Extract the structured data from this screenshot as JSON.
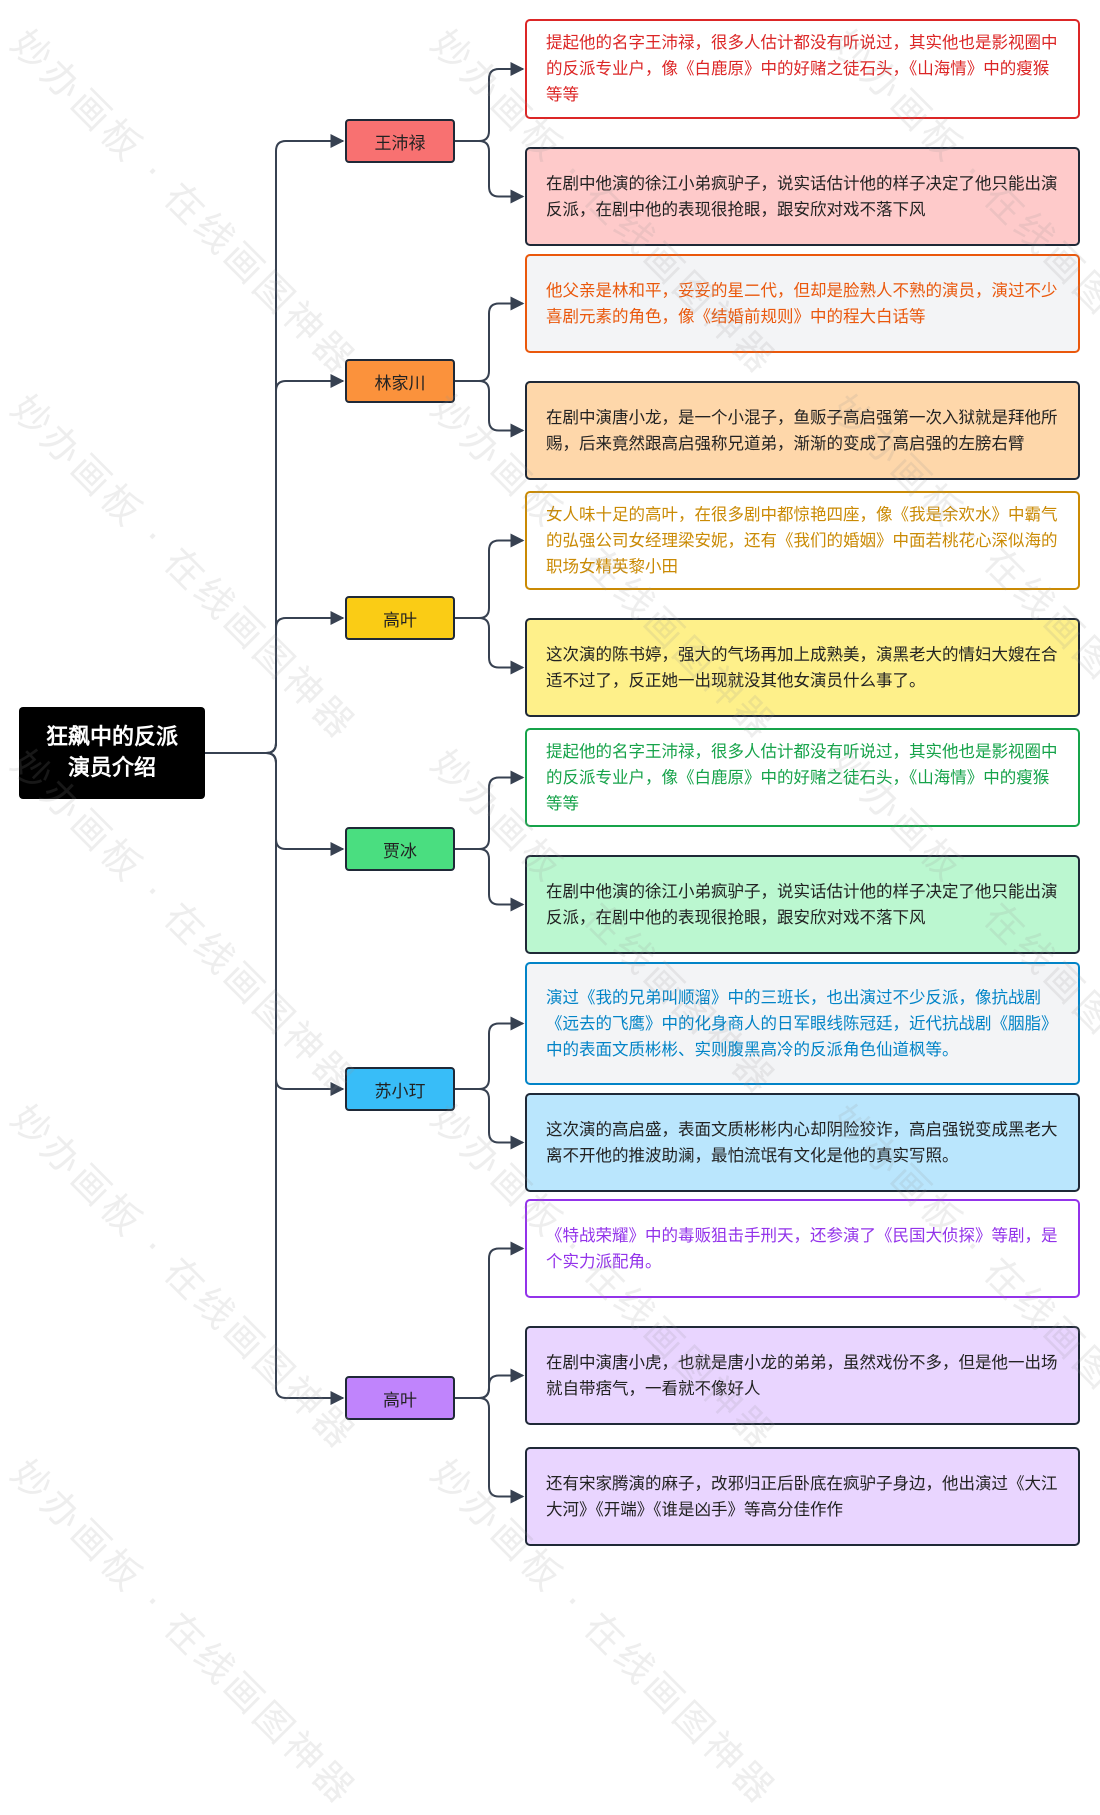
{
  "root": {
    "title": "狂飙中的反派演员介绍"
  },
  "actors": [
    {
      "name": "王沛禄",
      "color": "#f87171",
      "notes": [
        {
          "text": "提起他的名字王沛禄，很多人估计都没有听说过，其实他也是影视圈中的反派专业户，像《白鹿原》中的好赌之徒石头，《山海情》中的瘦猴等等",
          "style": "outline",
          "accent": "#dc2626",
          "bg": "#ffffff"
        },
        {
          "text": "在剧中他演的徐江小弟疯驴子，说实话估计他的样子决定了他只能出演反派，在剧中他的表现很抢眼，跟安欣对戏不落下风",
          "style": "filled",
          "accent": "#1f2937",
          "bg": "#fecaca"
        }
      ]
    },
    {
      "name": "林家川",
      "color": "#fb923c",
      "notes": [
        {
          "text": "他父亲是林和平，妥妥的星二代，但却是脸熟人不熟的演员，演过不少喜剧元素的角色，像《结婚前规则》中的程大白话等",
          "style": "outline",
          "accent": "#ea580c",
          "bg": "#f3f4f6"
        },
        {
          "text": "在剧中演唐小龙，是一个小混子，鱼贩子高启强第一次入狱就是拜他所赐，后来竟然跟高启强称兄道弟，渐渐的变成了高启强的左膀右臂",
          "style": "filled",
          "accent": "#1f2937",
          "bg": "#fed7aa"
        }
      ]
    },
    {
      "name": "高叶",
      "color": "#facc15",
      "notes": [
        {
          "text": "女人味十足的高叶，在很多剧中都惊艳四座，像《我是余欢水》中霸气的弘强公司女经理梁安妮，还有《我们的婚姻》中面若桃花心深似海的职场女精英黎小田",
          "style": "outline",
          "accent": "#ca8a04",
          "bg": "#ffffff"
        },
        {
          "text": "这次演的陈书婷，强大的气场再加上成熟美，演黑老大的情妇大嫂在合适不过了，反正她一出现就没其他女演员什么事了。",
          "style": "filled",
          "accent": "#1f2937",
          "bg": "#fef08a"
        }
      ]
    },
    {
      "name": "贾冰",
      "color": "#4ade80",
      "notes": [
        {
          "text": "提起他的名字王沛禄，很多人估计都没有听说过，其实他也是影视圈中的反派专业户，像《白鹿原》中的好赌之徒石头，《山海情》中的瘦猴等等",
          "style": "outline",
          "accent": "#16a34a",
          "bg": "#ffffff"
        },
        {
          "text": "在剧中他演的徐江小弟疯驴子，说实话估计他的样子决定了他只能出演反派，在剧中他的表现很抢眼，跟安欣对戏不落下风",
          "style": "filled",
          "accent": "#1f2937",
          "bg": "#bbf7d0"
        }
      ]
    },
    {
      "name": "苏小玎",
      "color": "#38bdf8",
      "notes": [
        {
          "text": "演过《我的兄弟叫顺溜》中的三班长，也出演过不少反派，像抗战剧《远去的飞鹰》中的化身商人的日军眼线陈冠廷，近代抗战剧《胭脂》中的表面文质彬彬、实则腹黑高冷的反派角色仙道枫等。",
          "style": "outline",
          "accent": "#0284c7",
          "bg": "#f3f4f6"
        },
        {
          "text": "这次演的高启盛，表面文质彬彬内心却阴险狡诈，高启强锐变成黑老大离不开他的推波助澜，最怕流氓有文化是他的真实写照。",
          "style": "filled",
          "accent": "#1f2937",
          "bg": "#bae6fd"
        }
      ]
    },
    {
      "name": "高叶",
      "color": "#c084fc",
      "notes": [
        {
          "text": "《特战荣耀》中的毒贩狙击手刑天，还参演了《民国大侦探》等剧，是个实力派配角。",
          "style": "outline",
          "accent": "#9333ea",
          "bg": "#ffffff"
        },
        {
          "text": "在剧中演唐小虎，也就是唐小龙的弟弟，虽然戏份不多，但是他一出场就自带痞气，一看就不像好人",
          "style": "filled",
          "accent": "#1f2937",
          "bg": "#e9d5ff"
        },
        {
          "text": "还有宋家腾演的麻子，改邪归正后卧底在疯驴子身边，他出演过《大江大河》《开端》《谁是凶手》等高分佳作作",
          "style": "filled",
          "accent": "#1f2937",
          "bg": "#e9d5ff"
        }
      ]
    }
  ],
  "connector_color": "#374151",
  "watermark": "妙办画板 · 在线画图神器"
}
